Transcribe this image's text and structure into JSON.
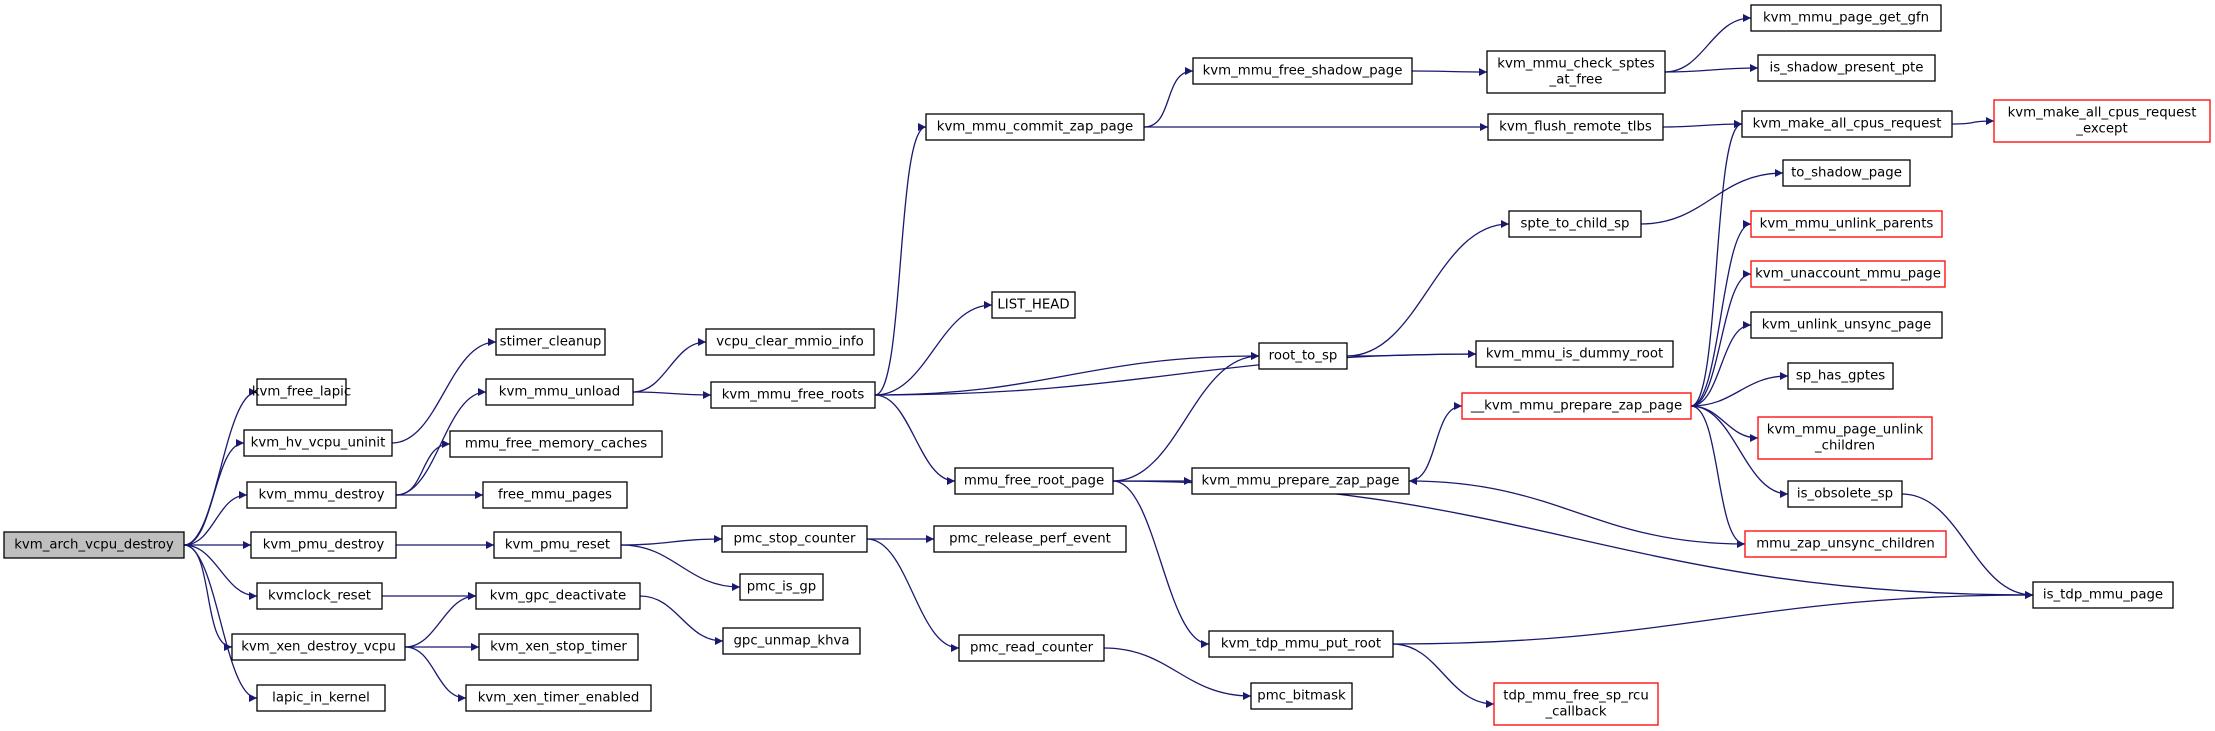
{
  "colors": {
    "edge": "#191970",
    "node_border": "#000000",
    "truncated_border": "#ff0000",
    "root_fill": "#bfbfbf"
  },
  "nodes": [
    {
      "id": "kvm_arch_vcpu_destroy",
      "lines": [
        "kvm_arch_vcpu_destroy"
      ],
      "kind": "root"
    },
    {
      "id": "kvm_free_lapic",
      "lines": [
        "kvm_free_lapic"
      ],
      "kind": "normal"
    },
    {
      "id": "kvm_hv_vcpu_uninit",
      "lines": [
        "kvm_hv_vcpu_uninit"
      ],
      "kind": "normal"
    },
    {
      "id": "kvm_mmu_destroy",
      "lines": [
        "kvm_mmu_destroy"
      ],
      "kind": "normal"
    },
    {
      "id": "kvm_pmu_destroy",
      "lines": [
        "kvm_pmu_destroy"
      ],
      "kind": "normal"
    },
    {
      "id": "kvmclock_reset",
      "lines": [
        "kvmclock_reset"
      ],
      "kind": "normal"
    },
    {
      "id": "kvm_xen_destroy_vcpu",
      "lines": [
        "kvm_xen_destroy_vcpu"
      ],
      "kind": "normal"
    },
    {
      "id": "lapic_in_kernel",
      "lines": [
        "lapic_in_kernel"
      ],
      "kind": "normal"
    },
    {
      "id": "stimer_cleanup",
      "lines": [
        "stimer_cleanup"
      ],
      "kind": "normal"
    },
    {
      "id": "kvm_mmu_unload",
      "lines": [
        "kvm_mmu_unload"
      ],
      "kind": "normal"
    },
    {
      "id": "mmu_free_memory_caches",
      "lines": [
        "mmu_free_memory_caches"
      ],
      "kind": "normal"
    },
    {
      "id": "free_mmu_pages",
      "lines": [
        "free_mmu_pages"
      ],
      "kind": "normal"
    },
    {
      "id": "kvm_pmu_reset",
      "lines": [
        "kvm_pmu_reset"
      ],
      "kind": "normal"
    },
    {
      "id": "kvm_gpc_deactivate",
      "lines": [
        "kvm_gpc_deactivate"
      ],
      "kind": "normal"
    },
    {
      "id": "kvm_xen_stop_timer",
      "lines": [
        "kvm_xen_stop_timer"
      ],
      "kind": "normal"
    },
    {
      "id": "kvm_xen_timer_enabled",
      "lines": [
        "kvm_xen_timer_enabled"
      ],
      "kind": "normal"
    },
    {
      "id": "vcpu_clear_mmio_info",
      "lines": [
        "vcpu_clear_mmio_info"
      ],
      "kind": "normal"
    },
    {
      "id": "kvm_mmu_free_roots",
      "lines": [
        "kvm_mmu_free_roots"
      ],
      "kind": "normal"
    },
    {
      "id": "pmc_stop_counter",
      "lines": [
        "pmc_stop_counter"
      ],
      "kind": "normal"
    },
    {
      "id": "pmc_is_gp",
      "lines": [
        "pmc_is_gp"
      ],
      "kind": "normal"
    },
    {
      "id": "gpc_unmap_khva",
      "lines": [
        "gpc_unmap_khva"
      ],
      "kind": "normal"
    },
    {
      "id": "kvm_mmu_commit_zap_page",
      "lines": [
        "kvm_mmu_commit_zap_page"
      ],
      "kind": "normal"
    },
    {
      "id": "LIST_HEAD",
      "lines": [
        "LIST_HEAD"
      ],
      "kind": "normal"
    },
    {
      "id": "mmu_free_root_page",
      "lines": [
        "mmu_free_root_page"
      ],
      "kind": "normal"
    },
    {
      "id": "pmc_release_perf_event",
      "lines": [
        "pmc_release_perf_event"
      ],
      "kind": "normal"
    },
    {
      "id": "pmc_read_counter",
      "lines": [
        "pmc_read_counter"
      ],
      "kind": "normal"
    },
    {
      "id": "kvm_mmu_free_shadow_page",
      "lines": [
        "kvm_mmu_free_shadow_page"
      ],
      "kind": "normal"
    },
    {
      "id": "root_to_sp",
      "lines": [
        "root_to_sp"
      ],
      "kind": "normal"
    },
    {
      "id": "kvm_mmu_prepare_zap_page",
      "lines": [
        "kvm_mmu_prepare_zap_page"
      ],
      "kind": "normal"
    },
    {
      "id": "kvm_tdp_mmu_put_root",
      "lines": [
        "kvm_tdp_mmu_put_root"
      ],
      "kind": "normal"
    },
    {
      "id": "pmc_bitmask",
      "lines": [
        "pmc_bitmask"
      ],
      "kind": "normal"
    },
    {
      "id": "kvm_mmu_check_sptes_at_free",
      "lines": [
        "kvm_mmu_check_sptes",
        "_at_free"
      ],
      "kind": "normal"
    },
    {
      "id": "kvm_flush_remote_tlbs",
      "lines": [
        "kvm_flush_remote_tlbs"
      ],
      "kind": "normal"
    },
    {
      "id": "spte_to_child_sp",
      "lines": [
        "spte_to_child_sp"
      ],
      "kind": "normal"
    },
    {
      "id": "kvm_mmu_is_dummy_root",
      "lines": [
        "kvm_mmu_is_dummy_root"
      ],
      "kind": "normal"
    },
    {
      "id": "__kvm_mmu_prepare_zap_page",
      "lines": [
        "__kvm_mmu_prepare_zap_page"
      ],
      "kind": "truncated"
    },
    {
      "id": "tdp_mmu_free_sp_rcu_callback",
      "lines": [
        "tdp_mmu_free_sp_rcu",
        "_callback"
      ],
      "kind": "truncated"
    },
    {
      "id": "kvm_mmu_page_get_gfn",
      "lines": [
        "kvm_mmu_page_get_gfn"
      ],
      "kind": "normal"
    },
    {
      "id": "is_shadow_present_pte",
      "lines": [
        "is_shadow_present_pte"
      ],
      "kind": "normal"
    },
    {
      "id": "kvm_make_all_cpus_request",
      "lines": [
        "kvm_make_all_cpus_request"
      ],
      "kind": "normal"
    },
    {
      "id": "to_shadow_page",
      "lines": [
        "to_shadow_page"
      ],
      "kind": "normal"
    },
    {
      "id": "kvm_mmu_unlink_parents",
      "lines": [
        "kvm_mmu_unlink_parents"
      ],
      "kind": "truncated"
    },
    {
      "id": "kvm_unaccount_mmu_page",
      "lines": [
        "kvm_unaccount_mmu_page"
      ],
      "kind": "truncated"
    },
    {
      "id": "kvm_unlink_unsync_page",
      "lines": [
        "kvm_unlink_unsync_page"
      ],
      "kind": "normal"
    },
    {
      "id": "sp_has_gptes",
      "lines": [
        "sp_has_gptes"
      ],
      "kind": "normal"
    },
    {
      "id": "kvm_mmu_page_unlink_children",
      "lines": [
        "kvm_mmu_page_unlink",
        "_children"
      ],
      "kind": "truncated"
    },
    {
      "id": "is_obsolete_sp",
      "lines": [
        "is_obsolete_sp"
      ],
      "kind": "normal"
    },
    {
      "id": "mmu_zap_unsync_children",
      "lines": [
        "mmu_zap_unsync_children"
      ],
      "kind": "truncated"
    },
    {
      "id": "kvm_make_all_cpus_request_except",
      "lines": [
        "kvm_make_all_cpus_request",
        "_except"
      ],
      "kind": "truncated"
    },
    {
      "id": "is_tdp_mmu_page",
      "lines": [
        "is_tdp_mmu_page"
      ],
      "kind": "normal"
    }
  ],
  "edges": [
    [
      "kvm_arch_vcpu_destroy",
      "kvm_free_lapic"
    ],
    [
      "kvm_arch_vcpu_destroy",
      "kvm_hv_vcpu_uninit"
    ],
    [
      "kvm_arch_vcpu_destroy",
      "kvm_mmu_destroy"
    ],
    [
      "kvm_arch_vcpu_destroy",
      "kvm_pmu_destroy"
    ],
    [
      "kvm_arch_vcpu_destroy",
      "kvmclock_reset"
    ],
    [
      "kvm_arch_vcpu_destroy",
      "kvm_xen_destroy_vcpu"
    ],
    [
      "kvm_arch_vcpu_destroy",
      "lapic_in_kernel"
    ],
    [
      "kvm_hv_vcpu_uninit",
      "stimer_cleanup"
    ],
    [
      "kvm_mmu_destroy",
      "kvm_mmu_unload"
    ],
    [
      "kvm_mmu_destroy",
      "mmu_free_memory_caches"
    ],
    [
      "kvm_mmu_destroy",
      "free_mmu_pages"
    ],
    [
      "kvm_pmu_destroy",
      "kvm_pmu_reset"
    ],
    [
      "kvmclock_reset",
      "kvm_gpc_deactivate"
    ],
    [
      "kvm_xen_destroy_vcpu",
      "kvm_gpc_deactivate"
    ],
    [
      "kvm_xen_destroy_vcpu",
      "kvm_xen_stop_timer"
    ],
    [
      "kvm_xen_destroy_vcpu",
      "kvm_xen_timer_enabled"
    ],
    [
      "kvm_mmu_unload",
      "vcpu_clear_mmio_info"
    ],
    [
      "kvm_mmu_unload",
      "kvm_mmu_free_roots"
    ],
    [
      "kvm_pmu_reset",
      "pmc_stop_counter"
    ],
    [
      "kvm_pmu_reset",
      "pmc_is_gp"
    ],
    [
      "kvm_gpc_deactivate",
      "gpc_unmap_khva"
    ],
    [
      "kvm_mmu_free_roots",
      "kvm_mmu_commit_zap_page"
    ],
    [
      "kvm_mmu_free_roots",
      "LIST_HEAD"
    ],
    [
      "kvm_mmu_free_roots",
      "root_to_sp"
    ],
    [
      "kvm_mmu_free_roots",
      "kvm_mmu_is_dummy_root"
    ],
    [
      "kvm_mmu_free_roots",
      "mmu_free_root_page"
    ],
    [
      "pmc_stop_counter",
      "pmc_release_perf_event"
    ],
    [
      "pmc_stop_counter",
      "pmc_read_counter"
    ],
    [
      "pmc_read_counter",
      "pmc_bitmask"
    ],
    [
      "kvm_mmu_commit_zap_page",
      "kvm_mmu_free_shadow_page"
    ],
    [
      "kvm_mmu_commit_zap_page",
      "kvm_flush_remote_tlbs"
    ],
    [
      "kvm_mmu_free_shadow_page",
      "kvm_mmu_check_sptes_at_free"
    ],
    [
      "kvm_mmu_check_sptes_at_free",
      "kvm_mmu_page_get_gfn"
    ],
    [
      "kvm_mmu_check_sptes_at_free",
      "is_shadow_present_pte"
    ],
    [
      "kvm_flush_remote_tlbs",
      "kvm_make_all_cpus_request"
    ],
    [
      "kvm_make_all_cpus_request",
      "kvm_make_all_cpus_request_except"
    ],
    [
      "mmu_free_root_page",
      "root_to_sp"
    ],
    [
      "mmu_free_root_page",
      "kvm_mmu_prepare_zap_page"
    ],
    [
      "mmu_free_root_page",
      "kvm_tdp_mmu_put_root"
    ],
    [
      "mmu_free_root_page",
      "is_tdp_mmu_page"
    ],
    [
      "root_to_sp",
      "spte_to_child_sp"
    ],
    [
      "root_to_sp",
      "kvm_mmu_is_dummy_root"
    ],
    [
      "spte_to_child_sp",
      "to_shadow_page"
    ],
    [
      "kvm_mmu_prepare_zap_page",
      "__kvm_mmu_prepare_zap_page"
    ],
    [
      "kvm_tdp_mmu_put_root",
      "tdp_mmu_free_sp_rcu_callback"
    ],
    [
      "kvm_tdp_mmu_put_root",
      "is_tdp_mmu_page"
    ],
    [
      "__kvm_mmu_prepare_zap_page",
      "kvm_make_all_cpus_request"
    ],
    [
      "__kvm_mmu_prepare_zap_page",
      "kvm_mmu_unlink_parents"
    ],
    [
      "__kvm_mmu_prepare_zap_page",
      "kvm_unaccount_mmu_page"
    ],
    [
      "__kvm_mmu_prepare_zap_page",
      "kvm_unlink_unsync_page"
    ],
    [
      "__kvm_mmu_prepare_zap_page",
      "sp_has_gptes"
    ],
    [
      "__kvm_mmu_prepare_zap_page",
      "kvm_mmu_page_unlink_children"
    ],
    [
      "__kvm_mmu_prepare_zap_page",
      "is_obsolete_sp"
    ],
    [
      "__kvm_mmu_prepare_zap_page",
      "mmu_zap_unsync_children"
    ],
    [
      "mmu_zap_unsync_children",
      "kvm_mmu_prepare_zap_page"
    ],
    [
      "is_obsolete_sp",
      "is_tdp_mmu_page"
    ]
  ]
}
